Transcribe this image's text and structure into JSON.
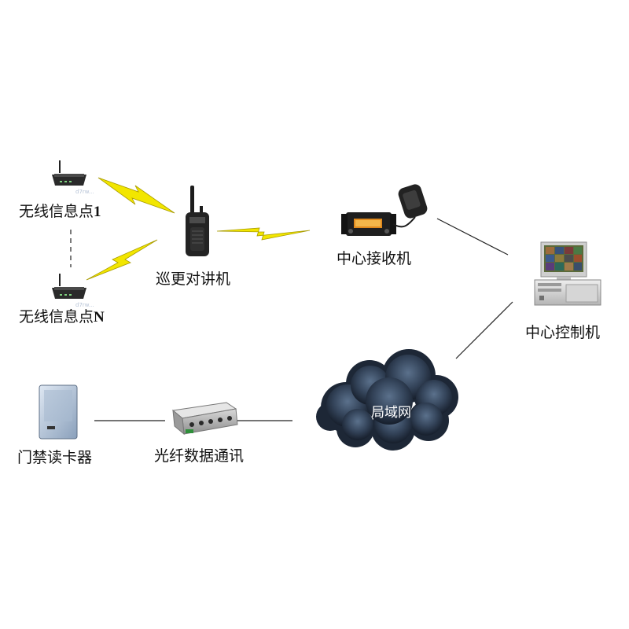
{
  "nodes": {
    "ap1": {
      "label_main": "无线信息点",
      "label_suffix": "1"
    },
    "apn": {
      "label_main": "无线信息点",
      "label_suffix": "N"
    },
    "radio": {
      "label": "巡更对讲机"
    },
    "receiver": {
      "label": "中心接收机"
    },
    "control": {
      "label": "中心控制机"
    },
    "lan": {
      "label": "局域网"
    },
    "reader": {
      "label": "门禁读卡器"
    },
    "fiber": {
      "label": "光纤数据通讯"
    }
  },
  "colors": {
    "lightning_fill": "#f2e600",
    "lightning_stroke": "#a89b00",
    "cloud_dark": "#1d2736",
    "cloud_mid": "#3f5269",
    "line": "#222222"
  }
}
